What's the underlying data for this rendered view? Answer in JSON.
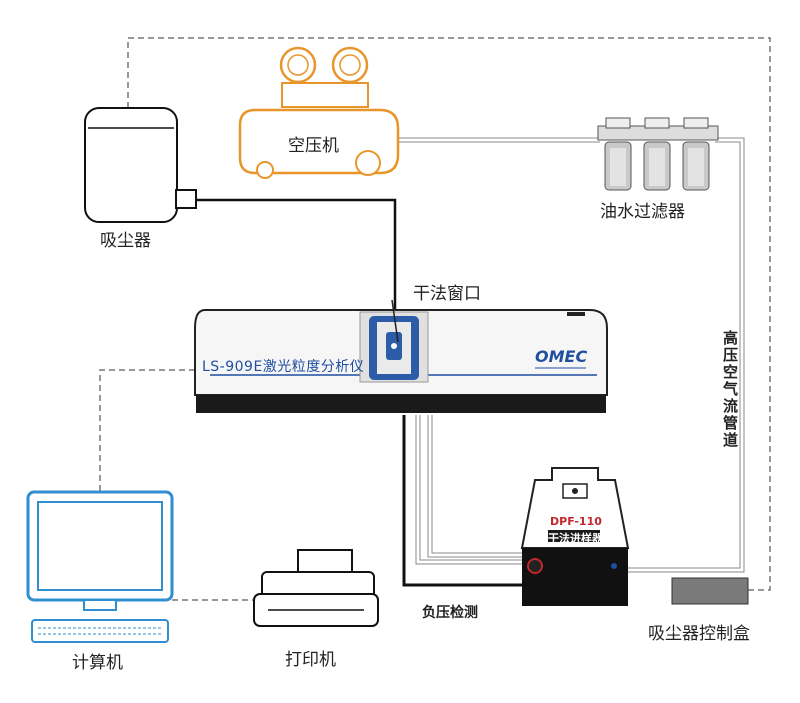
{
  "labels": {
    "air_compressor": "空压机",
    "vacuum_cleaner": "吸尘器",
    "oil_water_filter": "油水过滤器",
    "dry_window": "干法窗口",
    "analyzer_model": "LS-909E激光粒度分析仪",
    "brand": "OMEC",
    "air_duct": "高压空气流管道",
    "sampler_model": "DPF-110",
    "sampler_name": "干法进样器",
    "negative_pressure": "负压检测",
    "computer": "计算机",
    "printer": "打印机",
    "vacuum_control_box": "吸尘器控制盒"
  },
  "colors": {
    "compressor_orange": "#e8962a",
    "monitor_blue": "#2f8fd0",
    "model_blue": "#1f4fa0",
    "window_blue": "#2c5ba8"
  }
}
